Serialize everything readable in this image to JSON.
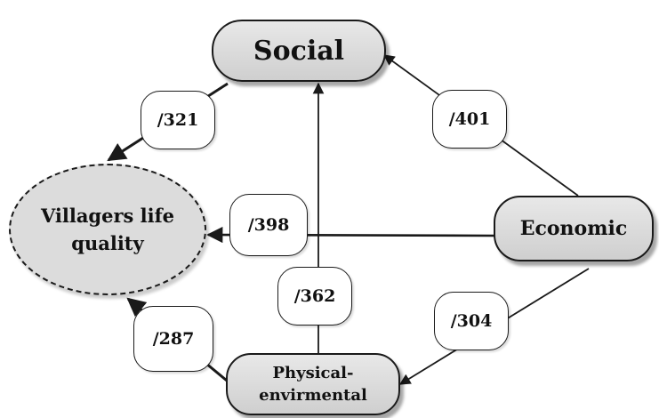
{
  "nodes": {
    "social": "Social",
    "economic": "Economic",
    "physical_line1": "Physical-",
    "physical_line2": "envirmental",
    "villagers_line1": "Villagers life",
    "villagers_line2": "quality"
  },
  "coefficients": {
    "social_to_villagers": "/321",
    "economic_to_social": "/401",
    "economic_to_villagers": "/398",
    "physical_to_social": "/362",
    "economic_to_physical": "/304",
    "physical_to_villagers": "/287"
  },
  "colors": {
    "stroke": "#1a1a1a",
    "node_fill": "#d6d6d6",
    "ellipse_fill": "#dcdcdc"
  }
}
